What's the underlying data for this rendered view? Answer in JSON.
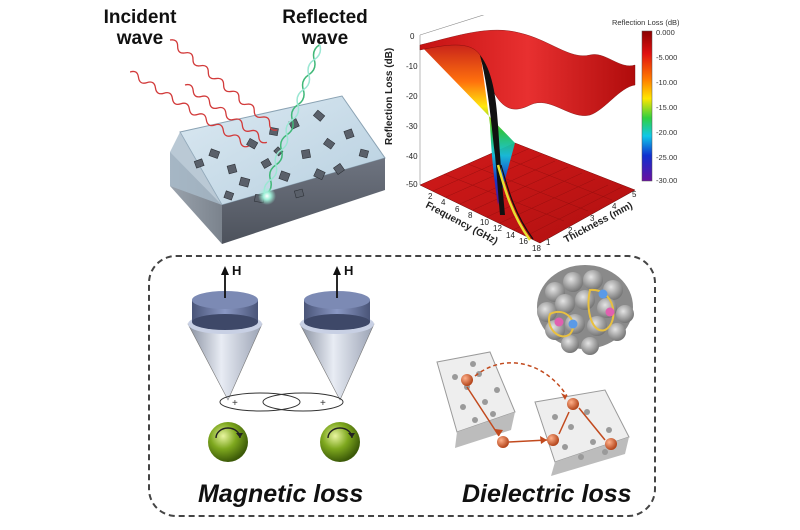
{
  "wave_panel": {
    "incident_label_line1": "Incident",
    "incident_label_line2": "wave",
    "reflected_label_line1": "Reflected",
    "reflected_label_line2": "wave"
  },
  "plot_panel": {
    "colorbar_title": "Reflection Loss (dB)",
    "colorbar_ticks": [
      "0.000",
      "-5.000",
      "-10.00",
      "-15.00",
      "-20.00",
      "-25.00",
      "-30.00"
    ],
    "z_axis_label": "Reflection Loss (dB)",
    "z_ticks": [
      "0",
      "-10",
      "-20",
      "-30",
      "-40",
      "-50"
    ],
    "x_axis_label": "Frequency (GHz)",
    "y_axis_label": "Thickness (mm)",
    "x_ticks": [
      "2",
      "4",
      "6",
      "8",
      "10",
      "12",
      "14",
      "16",
      "18"
    ],
    "y_ticks": [
      "1",
      "2",
      "3",
      "4",
      "5"
    ]
  },
  "mechanism_panel": {
    "field_label_left": "H",
    "field_label_right": "H",
    "magnetic_loss_label": "Magnetic loss",
    "dielectric_loss_label": "Dielectric loss"
  },
  "colors": {
    "slab_top": "#c9dde9",
    "incident_wave": "#d23a3a",
    "reflected_wave": "#7fd6b0",
    "surface_red": "#c81010",
    "dashed_border": "#444444"
  }
}
